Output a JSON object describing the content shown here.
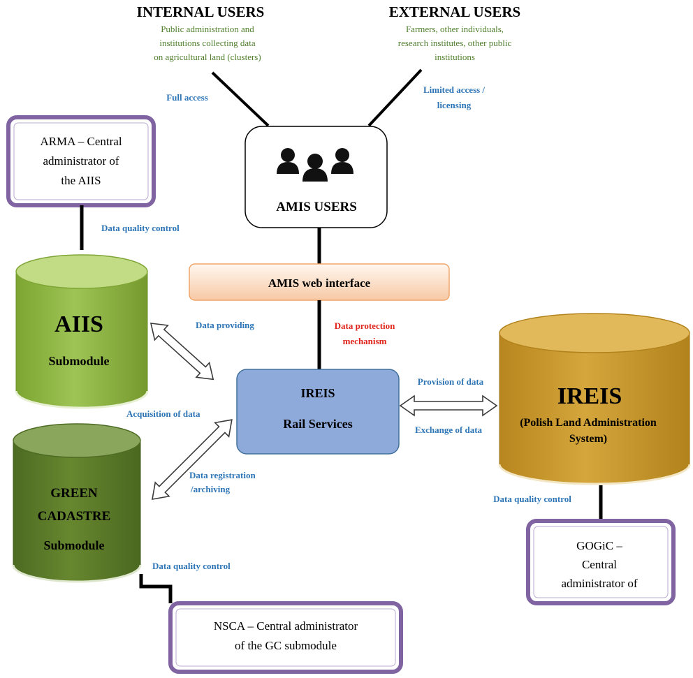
{
  "internal_users": {
    "title": "INTERNAL USERS",
    "lines": [
      "Public administration and",
      "institutions collecting data",
      "on agricultural land (clusters)"
    ],
    "access": "Full access"
  },
  "external_users": {
    "title": "EXTERNAL USERS",
    "lines": [
      "Farmers, other individuals,",
      "research institutes, other public",
      "institutions"
    ],
    "access": [
      "Limited access /",
      "licensing"
    ]
  },
  "amis_users": {
    "label": "AMIS USERS",
    "icon": "users-group-icon"
  },
  "arma": {
    "lines": [
      "ARMA – Central",
      "administrator of",
      "the AIIS"
    ]
  },
  "web_interface": {
    "label": "AMIS web interface"
  },
  "aiis": {
    "title": "AIIS",
    "subtitle": "Submodule"
  },
  "green_cadastre": {
    "title_lines": [
      "GREEN",
      "CADASTRE"
    ],
    "subtitle": "Submodule"
  },
  "rail_services": {
    "title": "IREIS",
    "subtitle": "Rail Services"
  },
  "ireis_polish": {
    "title": "IREIS",
    "subtitle_lines": [
      "(Polish Land Administration",
      "System)"
    ]
  },
  "nsca": {
    "lines": [
      "NSCA – Central administrator",
      "of the GC submodule"
    ]
  },
  "gogic": {
    "lines": [
      "GOGiC –",
      "Central",
      "administrator of"
    ]
  },
  "labels": {
    "dq_top": "Data quality control",
    "data_providing": "Data providing",
    "data_protection": [
      "Data protection",
      "mechanism"
    ],
    "acquisition": "Acquisition of data",
    "provision": "Provision of data",
    "exchange": "Exchange of data",
    "registration": [
      "Data registration",
      "/archiving"
    ],
    "dq_right": "Data quality control",
    "dq_bottom": "Data quality control"
  },
  "colors": {
    "label_blue": "#2e75b6",
    "label_green": "#4f7f2c",
    "label_red": "#e0241b",
    "frame_purple": "#8064a2",
    "aiis_green": "#8fb53c",
    "cadastre_green": "#5a7a28",
    "rail_blue": "#8eaadb",
    "ireis_gold": "#c99a2e"
  }
}
